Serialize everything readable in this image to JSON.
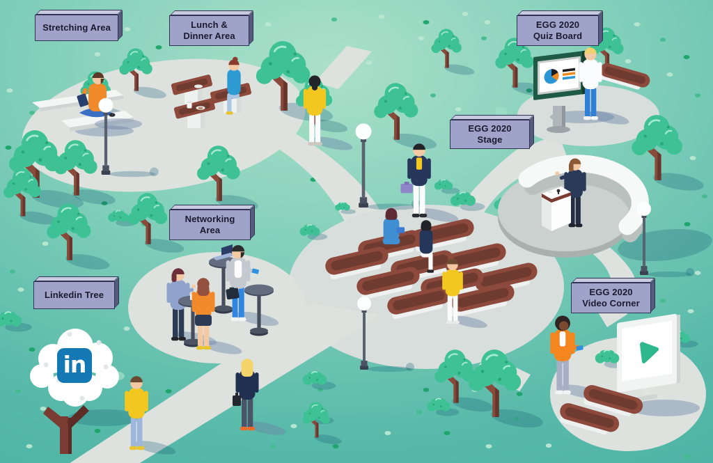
{
  "signs": {
    "stretching": {
      "line1": "Stretching Area",
      "line2": ""
    },
    "lunch": {
      "line1": "Lunch &",
      "line2": "Dinner Area"
    },
    "quiz": {
      "line1": "EGG 2020",
      "line2": "Quiz Board"
    },
    "stage": {
      "line1": "EGG 2020",
      "line2": "Stage"
    },
    "networking": {
      "line1": "Networking",
      "line2": "Area"
    },
    "linkedin_tree": {
      "line1": "Linkedin Tree",
      "line2": ""
    },
    "video": {
      "line1": "EGG 2020",
      "line2": "Video Corner"
    }
  },
  "logo": {
    "brand": "LinkedIn",
    "monogram": "in"
  },
  "icons": [
    "linkedin-logo",
    "play-icon",
    "pie-chart-icon",
    "lamp-post",
    "tree",
    "bush",
    "bench"
  ],
  "palette": {
    "grass_light": "#abe0ca",
    "grass_mid": "#7fceb9",
    "grass_deep": "#4db3a4",
    "path": "#dde2df",
    "path_mid": "#d8dedb",
    "stage_disc": "#cbd1cf",
    "stage_wall": "#f7f9f8",
    "sign_face": "#9fa3c9",
    "sign_top": "#c8cbdf",
    "sign_side": "#565a7c",
    "sign_border": "#303253",
    "sign_text": "#191a2e",
    "linkedin_blue": "#1478b5",
    "tree_green": "#3ec195",
    "tree_green_dark": "#27a478",
    "tree_green_light": "#a5ead1",
    "trunk": "#8a4a3a",
    "trunk_dark": "#6a352b",
    "bench_top": "#8d4a3c",
    "bench_top_dark": "#6f3a2f",
    "bench_base": "#eef1f0",
    "play_green": "#2cb88b",
    "chart_blue": "#2b95d6",
    "chart_orange": "#ef8b1e",
    "chart_black": "#1d1d1d",
    "accent_yellow": "#f2c71f",
    "accent_orange": "#f5861f"
  }
}
